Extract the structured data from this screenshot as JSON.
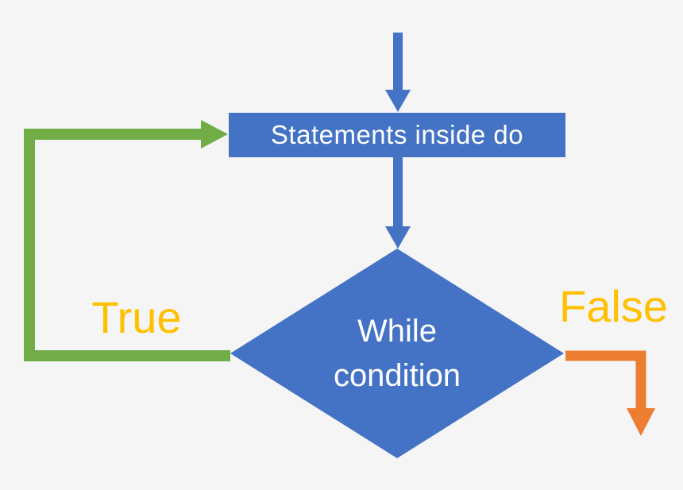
{
  "diagram": {
    "type": "flowchart",
    "nodes": {
      "process": {
        "shape": "rectangle",
        "label": "Statements inside do"
      },
      "decision": {
        "shape": "diamond",
        "label": "While condition"
      }
    },
    "edges": {
      "entry": {
        "description": "entry-arrow-into-process",
        "color": "#4472C4"
      },
      "process_to_decision": {
        "description": "process-to-decision-arrow",
        "color": "#4472C4"
      },
      "true_branch": {
        "label": "True",
        "color": "#70AD47",
        "description": "loop-back-from-decision-to-process"
      },
      "false_branch": {
        "label": "False",
        "color": "#ED7D31",
        "description": "exit-arrow-from-decision"
      }
    },
    "colors": {
      "node_fill": "#4472C4",
      "node_text": "#FFFFFF",
      "true_edge": "#70AD47",
      "false_edge": "#ED7D31",
      "entry_edge": "#4472C4",
      "label_text": "#FFC000",
      "background": "#F5F5F6"
    }
  }
}
